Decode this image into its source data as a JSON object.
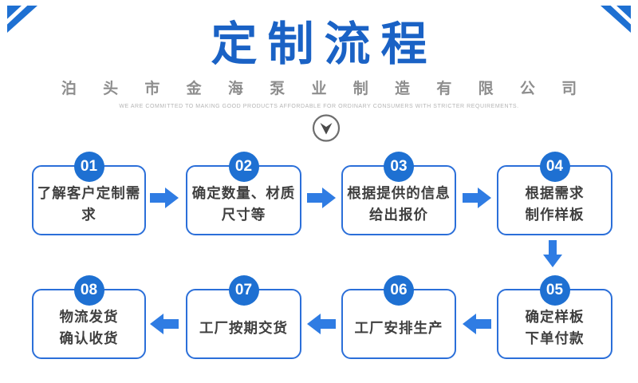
{
  "header": {
    "title": "定制流程",
    "company": "泊 头 市 金 海 泵 业 制 造 有 限 公 司",
    "tagline": "WE ARE COMMITTED TO MAKING GOOD PRODUCTS AFFORDABLE FOR ORDINARY CONSUMERS WITH STRICTER REQUIREMENTS."
  },
  "icons": {
    "scroll": "chevron-down-circle-icon",
    "flow_arrow_right": "arrow-right-icon",
    "flow_arrow_left": "arrow-left-icon",
    "flow_arrow_down": "arrow-down-icon",
    "corner": "corner-triangle-icon"
  },
  "colors": {
    "title_blue": "#1a62c5",
    "badge_blue": "#1e70d2",
    "border_blue": "#2b6fd9",
    "arrow_blue": "#2f7ce3",
    "step_text": "#3f3f3f",
    "company_gray": "#8e8e8e",
    "tagline_gray": "#b5b5b5"
  },
  "flow": {
    "steps": [
      {
        "number": "01",
        "label": "了解客户定制需求",
        "lines": [
          "了解客户定制需",
          "求"
        ]
      },
      {
        "number": "02",
        "label": "确定数量、材质尺寸等",
        "lines": [
          "确定数量、材质",
          "尺寸等"
        ]
      },
      {
        "number": "03",
        "label": "根据提供的信息给出报价",
        "lines": [
          "根据提供的信息",
          "给出报价"
        ]
      },
      {
        "number": "04",
        "label": "根据需求制作样板",
        "lines": [
          "根据需求",
          "制作样板"
        ]
      },
      {
        "number": "05",
        "label": "确定样板下单付款",
        "lines": [
          "确定样板",
          "下单付款"
        ]
      },
      {
        "number": "06",
        "label": "工厂安排生产",
        "lines": [
          "工厂安排生产"
        ]
      },
      {
        "number": "07",
        "label": "工厂按期交货",
        "lines": [
          "工厂按期交货"
        ]
      },
      {
        "number": "08",
        "label": "物流发货确认收货",
        "lines": [
          "物流发货",
          "确认收货"
        ]
      }
    ]
  }
}
